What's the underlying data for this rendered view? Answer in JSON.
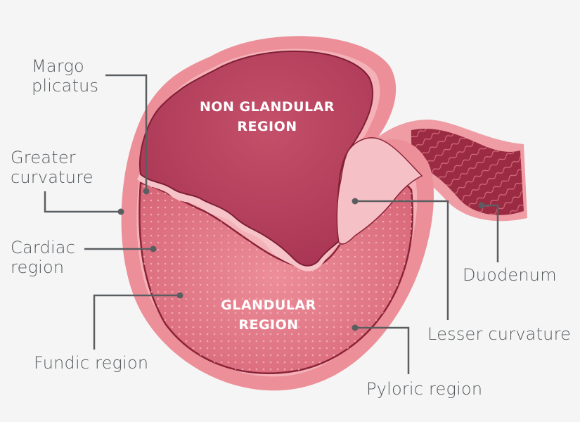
{
  "diagram": {
    "regions": {
      "non_glandular": {
        "line1": "NON GLANDULAR",
        "line2": "REGION"
      },
      "glandular": {
        "line1": "GLANDULAR",
        "line2": "REGION"
      }
    },
    "labels": {
      "margo_plicatus": {
        "line1": "Margo",
        "line2": "plicatus"
      },
      "greater_curvature": {
        "line1": "Greater",
        "line2": "curvature"
      },
      "cardiac_region": {
        "line1": "Cardiac",
        "line2": "region"
      },
      "fundic_region": "Fundic region",
      "duodenum": "Duodenum",
      "lesser_curvature": "Lesser curvature",
      "pyloric_region": "Pyloric region"
    },
    "colors": {
      "background": "#f5f5f5",
      "outer_wall": "#e98a93",
      "non_glandular": "#b8405c",
      "glandular": "#e0707f",
      "margo_band": "#f6c4c8",
      "duodenum_lumen": "#9a2b42",
      "leader_line": "#5b5e61",
      "label_text": "#555a5e"
    }
  }
}
